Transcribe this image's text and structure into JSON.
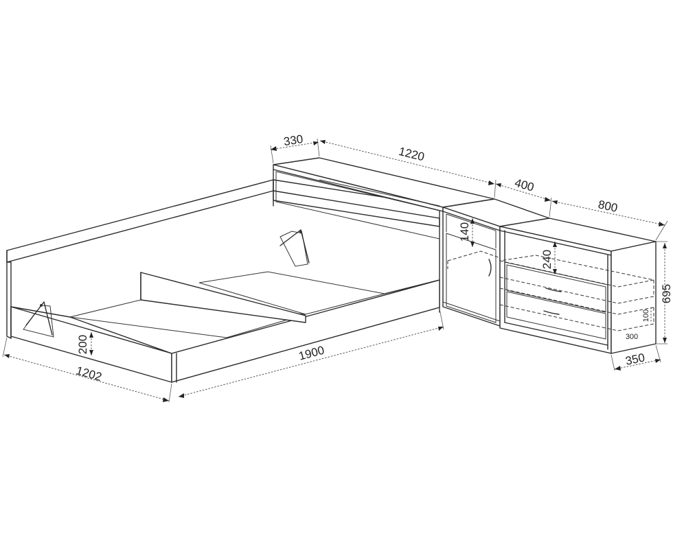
{
  "dimensions": {
    "headboard_depth": "330",
    "headboard_length": "1220",
    "nightstand_width": "400",
    "dresser_width": "800",
    "bed_width": "1202",
    "bed_length": "1900",
    "frame_height": "200",
    "nightstand_drawer_height": "140",
    "dresser_shelf_height": "240",
    "dresser_height": "695",
    "dresser_depth": "350",
    "drawer_height": "100",
    "drawer_depth": "300"
  }
}
